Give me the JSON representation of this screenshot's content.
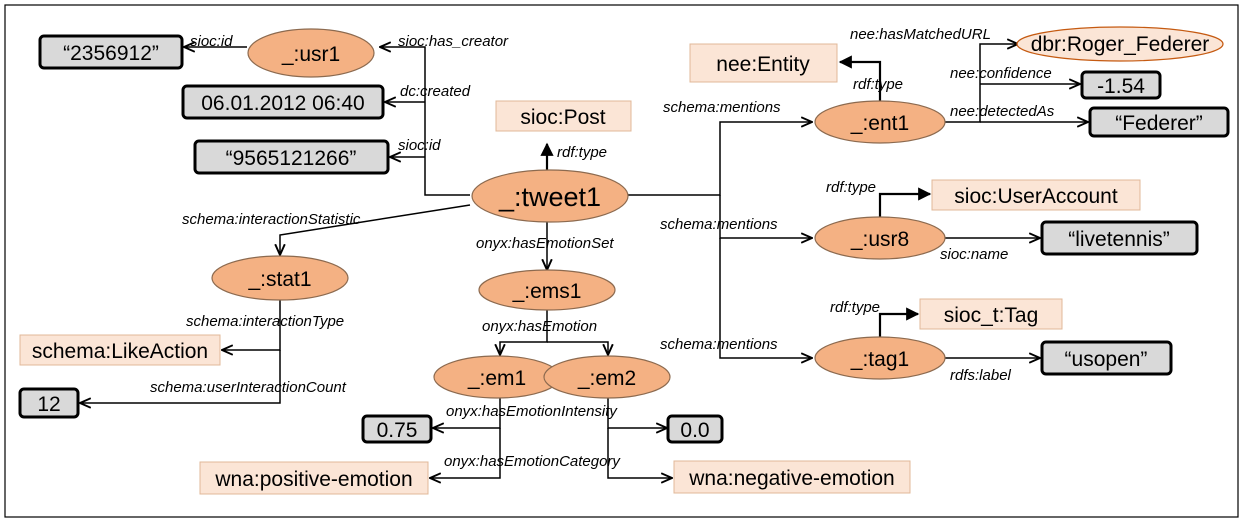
{
  "nodes": {
    "tweet1": "_:tweet1",
    "usr1": "_:usr1",
    "stat1": "_:stat1",
    "ems1": "_:ems1",
    "em1": "_:em1",
    "em2": "_:em2",
    "ent1": "_:ent1",
    "usr8": "_:usr8",
    "tag1": "_:tag1",
    "sioc_post": "sioc:Post",
    "nee_entity": "nee:Entity",
    "roger_federer": "dbr:Roger_Federer",
    "sioc_useraccount": "sioc:UserAccount",
    "sioc_tag": "sioc_t:Tag",
    "like_action": "schema:LikeAction",
    "positive_emotion": "wna:positive-emotion",
    "negative_emotion": "wna:negative-emotion"
  },
  "literals": {
    "user_id": "“2356912”",
    "created": "06.01.2012 06:40",
    "tweet_id": "“9565121266”",
    "count": "12",
    "intensity1": "0.75",
    "intensity2": "0.0",
    "confidence": "-1.54",
    "detected_as": "“Federer”",
    "user_name": "“livetennis”",
    "tag_label": "“usopen”"
  },
  "edges": {
    "sioc_id_usr": "sioc:id",
    "has_creator": "sioc:has_creator",
    "dc_created": "dc:created",
    "sioc_id_tweet": "sioc:id",
    "rdf_type_post": "rdf:type",
    "interaction_statistic": "schema:interactionStatistic",
    "has_emotion_set": "onyx:hasEmotionSet",
    "interaction_type": "schema:interactionType",
    "user_interaction_count": "schema:userInteractionCount",
    "has_emotion": "onyx:hasEmotion",
    "emotion_intensity": "onyx:hasEmotionIntensity",
    "emotion_category": "onyx:hasEmotionCategory",
    "mentions1": "schema:mentions",
    "mentions2": "schema:mentions",
    "mentions3": "schema:mentions",
    "has_matched_url": "nee:hasMatchedURL",
    "rdf_type_entity": "rdf:type",
    "confidence": "nee:confidence",
    "detected_as": "nee:detectedAs",
    "rdf_type_useraccount": "rdf:type",
    "sioc_name": "sioc:name",
    "rdf_type_tag": "rdf:type",
    "rdfs_label": "rdfs:label"
  }
}
